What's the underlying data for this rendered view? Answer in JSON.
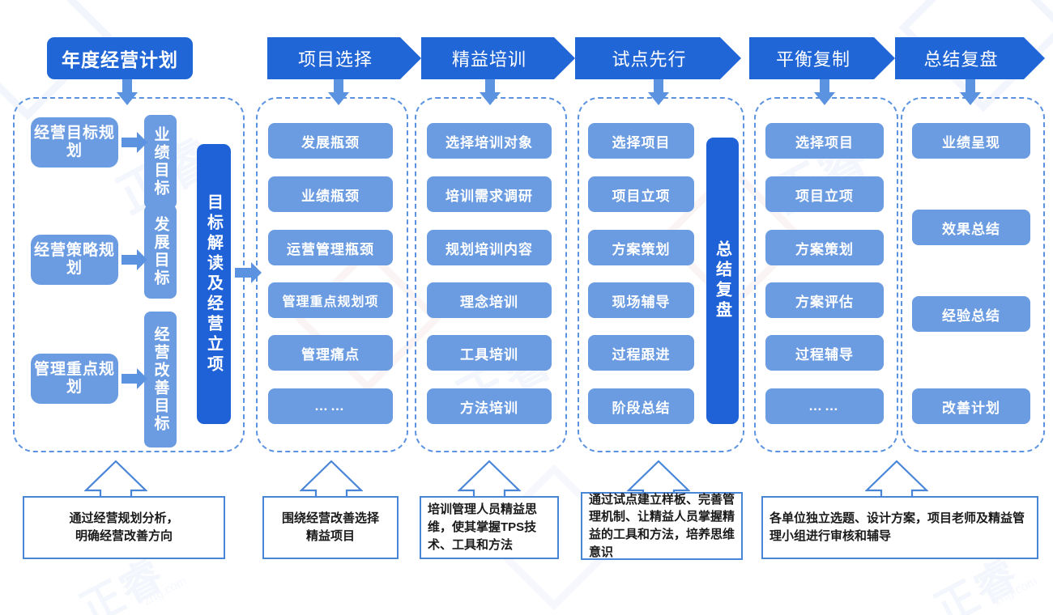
{
  "colors": {
    "dark_blue": "#2166d6",
    "navy_bar": "#1f62d8",
    "light_blue": "#6b9ce2",
    "dashed_border": "#5b93e0",
    "caption_border": "#4a86d8"
  },
  "header": {
    "plan_title": "年度经营计划",
    "stages": [
      {
        "label": "项目选择"
      },
      {
        "label": "精益培训"
      },
      {
        "label": "试点先行"
      },
      {
        "label": "平衡复制"
      },
      {
        "label": "总结复盘"
      }
    ]
  },
  "columns": [
    {
      "id": "annual-plan",
      "plans": [
        {
          "label": "经营目标规划"
        },
        {
          "label": "经营策略规划"
        },
        {
          "label": "管理重点规划"
        }
      ],
      "goals": [
        {
          "label": "业绩目标"
        },
        {
          "label": "发展目标"
        },
        {
          "label": "经营改善目标"
        }
      ],
      "vertical_bar": "目标解读及经营立项"
    },
    {
      "id": "project-selection",
      "items": [
        {
          "label": "发展瓶颈"
        },
        {
          "label": "业绩瓶颈"
        },
        {
          "label": "运营管理瓶颈"
        },
        {
          "label": "管理重点规划项"
        },
        {
          "label": "管理痛点"
        },
        {
          "label": "……"
        }
      ]
    },
    {
      "id": "lean-training",
      "items": [
        {
          "label": "选择培训对象"
        },
        {
          "label": "培训需求调研"
        },
        {
          "label": "规划培训内容"
        },
        {
          "label": "理念培训"
        },
        {
          "label": "工具培训"
        },
        {
          "label": "方法培训"
        }
      ]
    },
    {
      "id": "pilot-first",
      "items": [
        {
          "label": "选择项目"
        },
        {
          "label": "项目立项"
        },
        {
          "label": "方案策划"
        },
        {
          "label": "现场辅导"
        },
        {
          "label": "过程跟进"
        },
        {
          "label": "阶段总结"
        }
      ],
      "vertical_bar": "总结复盘"
    },
    {
      "id": "balanced-replication",
      "items": [
        {
          "label": "选择项目"
        },
        {
          "label": "项目立项"
        },
        {
          "label": "方案策划"
        },
        {
          "label": "方案评估"
        },
        {
          "label": "过程辅导"
        },
        {
          "label": "……"
        }
      ]
    },
    {
      "id": "summary-review",
      "items": [
        {
          "label": "业绩呈现"
        },
        {
          "label": "效果总结"
        },
        {
          "label": "经验总结"
        },
        {
          "label": "改善计划"
        }
      ]
    }
  ],
  "captions": [
    {
      "id": "caption-annual-plan",
      "text": "通过经营规划分析，\n明确经营改善方向",
      "align": "center"
    },
    {
      "id": "caption-project-selection",
      "text": "围绕经营改善选择\n精益项目",
      "align": "center"
    },
    {
      "id": "caption-lean-training",
      "text": "培训管理人员精益思维，使其掌握TPS技术、工具和方法",
      "align": "left"
    },
    {
      "id": "caption-pilot-first",
      "text": "通过试点建立样板、完善管理机制、让精益人员掌握精益的工具和方法，培养思维意识",
      "align": "left"
    },
    {
      "id": "caption-replication-summary",
      "text": "各单位独立选题、设计方案，项目老师及精益管理小组进行审核和辅导",
      "align": "left"
    }
  ],
  "watermark": {
    "brand": "正睿",
    "url": "zrtg.com"
  }
}
